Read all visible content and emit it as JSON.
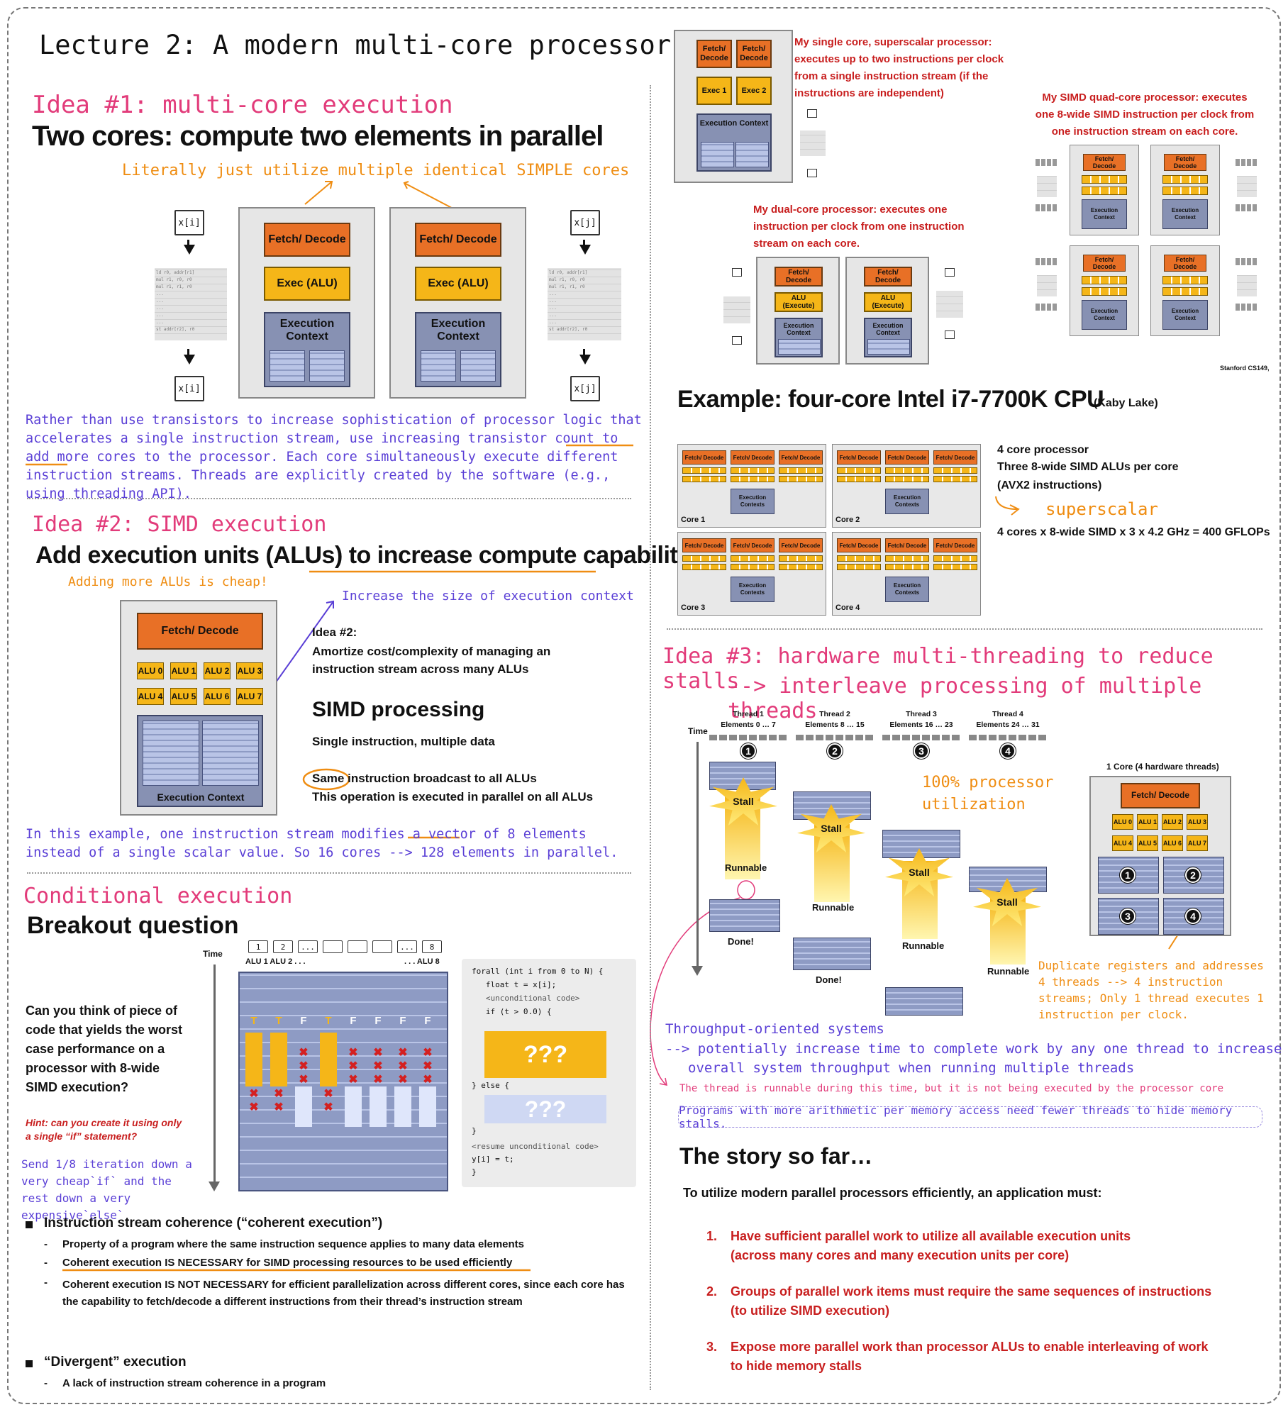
{
  "title": "Lecture 2: A modern multi-core processor",
  "idea1": {
    "heading": "Idea #1: multi-core execution",
    "slide_title": "Two cores: compute two elements in parallel",
    "annotation": "Literally just utilize multiple identical SIMPLE cores",
    "core1": {
      "fetch": "Fetch/ Decode",
      "exec": "Exec (ALU)",
      "ctx": "Execution Context"
    },
    "core2": {
      "fetch": "Fetch/ Decode",
      "exec": "Exec (ALU)",
      "ctx": "Execution Context"
    },
    "in_left": "x[i]",
    "out_left": "x[i]",
    "in_right": "x[j]",
    "out_right": "x[j]",
    "note": "Rather than use transistors to increase sophistication of processor logic that accelerates a single instruction stream, use increasing transistor count to add more cores to the processor. Each core simultaneously execute different instruction streams. Threads are explicitly created by the software (e.g., using threading API)."
  },
  "idea2": {
    "heading": "Idea #2: SIMD execution",
    "slide_title": "Add execution units (ALUs) to increase compute capability",
    "annotation_cheap": "Adding more ALUs is cheap!",
    "annotation_ctx": "Increase the size of execution context",
    "fetch": "Fetch/ Decode",
    "alus": [
      "ALU 0",
      "ALU 1",
      "ALU 2",
      "ALU 3",
      "ALU 4",
      "ALU 5",
      "ALU 6",
      "ALU 7"
    ],
    "ctx": "Execution Context",
    "idea_label": "Idea #2:",
    "idea_text": "Amortize cost/complexity of managing an instruction stream across many ALUs",
    "simd_title": "SIMD processing",
    "simd_sub": "Single instruction, multiple data",
    "same_word": "Same",
    "broadcast": " instruction broadcast to all ALUs",
    "parallel": "This operation is executed in parallel on all ALUs",
    "note": "In this example, one instruction stream modifies a vector of 8 elements instead of a single scalar value. So 16 cores --> 128 elements in parallel."
  },
  "conditional": {
    "heading": "Conditional execution",
    "slide_title": "Breakout question",
    "time": "Time",
    "lanes": [
      "1",
      "2",
      "...",
      "",
      "",
      "",
      "...",
      "8"
    ],
    "alu_left": "ALU 1  ALU 2  . . .",
    "alu_right": ". . .  ALU 8",
    "tf": [
      "T",
      "T",
      "F",
      "T",
      "F",
      "F",
      "F",
      "F"
    ],
    "question": "Can you think of piece of code that yields the worst case performance on a processor with 8-wide SIMD execution?",
    "hint": "Hint: can you create it using only a single “if” statement?",
    "answer": "Send 1/8 iteration down a very cheap`if` and the rest down a very expensive`else`",
    "code_lines": [
      "forall (int i from 0 to N) {",
      "   float t = x[i];",
      "   <unconditional code>",
      "",
      "   if (t > 0.0) {"
    ],
    "qqq": "???",
    "else_line": "   } else {",
    "close_line": "   }",
    "resume": "   <resume unconditional code>",
    "assign": "   y[i] = t;",
    "end": "}",
    "b1": "Instruction stream coherence (“coherent execution”)",
    "b1a": "Property of a program where the same instruction sequence applies to many data elements",
    "b1b": "Coherent execution IS NECESSARY for SIMD processing resources to be used efficiently",
    "b1c": "Coherent execution IS NOT NECESSARY for efficient parallelization across different cores, since each core has the capability to fetch/decode a different instructions from their thread’s instruction stream",
    "b2": "“Divergent” execution",
    "b2a": "A lack of instruction stream coherence in a program"
  },
  "right_top": {
    "superscalar_text": "My single core, superscalar processor: executes up to two instructions per clock from a single instruction stream (if the instructions are independent)",
    "ss_fetch1": "Fetch/ Decode",
    "ss_fetch2": "Fetch/ Decode",
    "ss_exec1": "Exec 1",
    "ss_exec2": "Exec 2",
    "ss_ctx": "Execution Context",
    "dual_text": "My dual-core processor: executes one instruction per clock from one instruction stream on each core.",
    "dual_fetch": "Fetch/ Decode",
    "dual_alu": "ALU (Execute)",
    "dual_ctx": "Execution Context",
    "quad_text": "My SIMD quad-core processor: executes one 8-wide SIMD instruction per clock from one instruction stream on each core.",
    "quad_fetch": "Fetch/ Decode",
    "quad_ctx": "Execution Context",
    "credit": "Stanford CS149,"
  },
  "example": {
    "title": "Example: four-core Intel i7-7700K CPU",
    "sub": "(Kaby Lake)",
    "fetch": "Fetch/ Decode",
    "ctx": "Execution Contexts",
    "cores": [
      "Core 1",
      "Core 2",
      "Core 3",
      "Core 4"
    ],
    "l1": "4 core processor",
    "l2": "Three 8-wide SIMD ALUs per core",
    "l3": "(AVX2 instructions)",
    "superscalar": "superscalar",
    "l4": "4 cores x 8-wide SIMD x 3 x 4.2 GHz = 400 GFLOPs"
  },
  "idea3": {
    "heading1": "Idea #3: hardware multi-threading to reduce stalls",
    "heading2": "--> interleave processing of multiple threads",
    "time": "Time",
    "threads": [
      {
        "t": "Thread 1",
        "e": "Elements 0 … 7"
      },
      {
        "t": "Thread 2",
        "e": "Elements 8 … 15"
      },
      {
        "t": "Thread 3",
        "e": "Elements 16 … 23"
      },
      {
        "t": "Thread 4",
        "e": "Elements 24 … 31"
      }
    ],
    "nums": [
      "1",
      "2",
      "3",
      "4"
    ],
    "stall": "Stall",
    "runnable": "Runnable",
    "done": "Done!",
    "util": "100% processor utilization",
    "core_title": "1 Core (4 hardware threads)",
    "core_fetch": "Fetch/ Decode",
    "core_alus": [
      "ALU 0",
      "ALU 1",
      "ALU 2",
      "ALU 3",
      "ALU 4",
      "ALU 5",
      "ALU 6",
      "ALU 7"
    ],
    "dup_note": "Duplicate registers and addresses 4 threads --> 4 instruction streams; Only 1 thread executes 1 instruction per clock.",
    "through1": "Throughput-oriented systems",
    "through2": "--> potentially increase time to complete work by any one thread to increase",
    "through3": "overall system throughput when running multiple threads",
    "runnable_note": "The thread is runnable during this time, but it is not being executed by the processor core",
    "programs": "Programs with more arithmetic per memory access need fewer threads to hide memory stalls."
  },
  "story": {
    "title": "The story so far…",
    "lead": "To utilize modern parallel processors efficiently, an application must:",
    "items": [
      {
        "n": "1.",
        "a": "Have sufficient parallel work to utilize all available execution units",
        "b": "(across many cores and many execution units per core)"
      },
      {
        "n": "2.",
        "a": "Groups of parallel work items must require the same sequences of instructions",
        "b": "(to utilize SIMD execution)"
      },
      {
        "n": "3.",
        "a": "Expose more parallel work than processor ALUs to enable interleaving of work",
        "b": "to hide memory stalls"
      }
    ]
  },
  "colors": {
    "pink": "#e23b7a",
    "orange": "#ef8d12",
    "blue": "#5a3fd6",
    "red": "#c81e1e",
    "fetch": "#e87026",
    "alu": "#f5b618",
    "ctx": "#8791b3"
  }
}
